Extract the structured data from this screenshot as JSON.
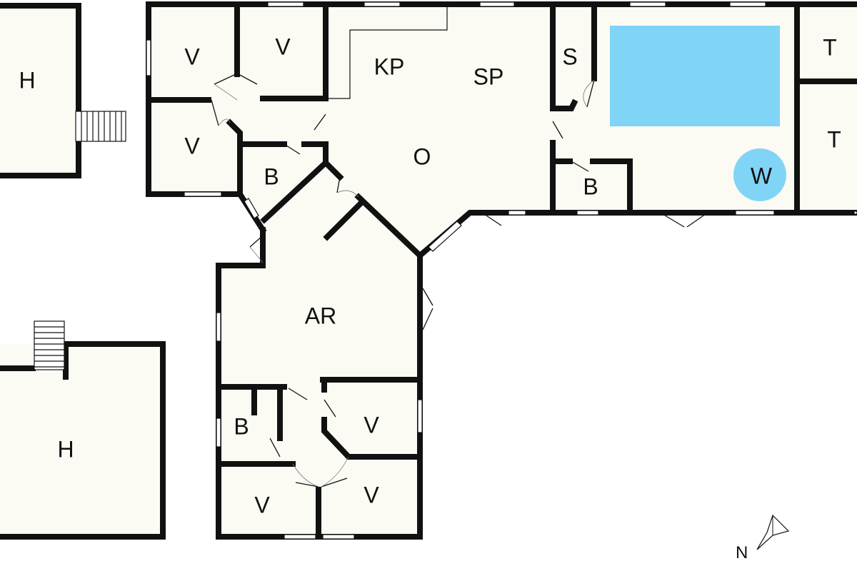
{
  "colors": {
    "wall": "#111111",
    "floor": "#fbfbf4",
    "pool": "#80d4f6",
    "whirlpool": "#80d4f6"
  },
  "labels": {
    "house_top_left": "H",
    "room_v1": "V",
    "room_v2": "V",
    "room_v3": "V",
    "room_b1": "B",
    "kitchen": "KP",
    "dining": "SP",
    "living": "O",
    "sauna": "S",
    "room_b2": "B",
    "whirlpool": "W",
    "room_t1": "T",
    "room_t2": "T",
    "activity_room": "AR",
    "room_b3": "B",
    "room_v4": "V",
    "room_v5": "V",
    "room_v6": "V",
    "house_bottom_left": "H"
  },
  "compass": {
    "icon": "north-arrow-icon",
    "label": "N"
  }
}
